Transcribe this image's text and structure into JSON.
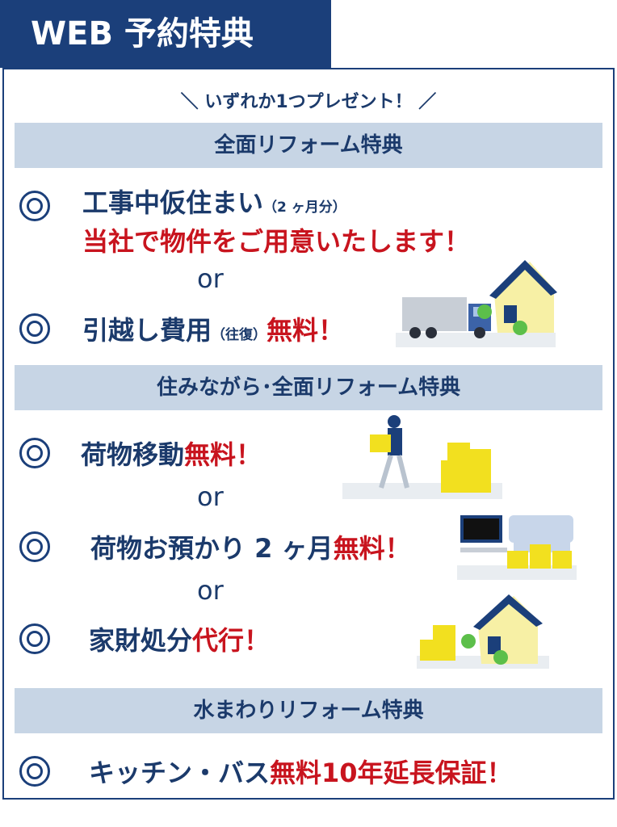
{
  "header": {
    "tab_label": "WEB 予約特典"
  },
  "subhead": "＼ いずれか1つプレゼント！ ／",
  "sections": [
    {
      "title": "全面リフォーム特典",
      "items": [
        {
          "main": "工事中仮住まい",
          "note": "（2 ヶ月分）",
          "line2": "当社で物件をご用意いたします！"
        },
        {
          "main": "引越し費用",
          "note": "（往復）",
          "highlight": "無料！"
        }
      ]
    },
    {
      "title": "住みながら･全面リフォーム特典",
      "items": [
        {
          "main": "荷物移動",
          "highlight": "無料！"
        },
        {
          "main": "荷物お預かり 2 ヶ月",
          "highlight": "無料！"
        },
        {
          "main": "家財処分",
          "highlight": "代行！"
        }
      ]
    },
    {
      "title": "水まわりリフォーム特典",
      "items": [
        {
          "main": "キッチン・バス",
          "highlight": "無料10年延長保証！"
        }
      ]
    }
  ],
  "or_label": "or",
  "colors": {
    "navy": "#1b3f7a",
    "band": "#c7d5e5",
    "red": "#c8141e"
  }
}
